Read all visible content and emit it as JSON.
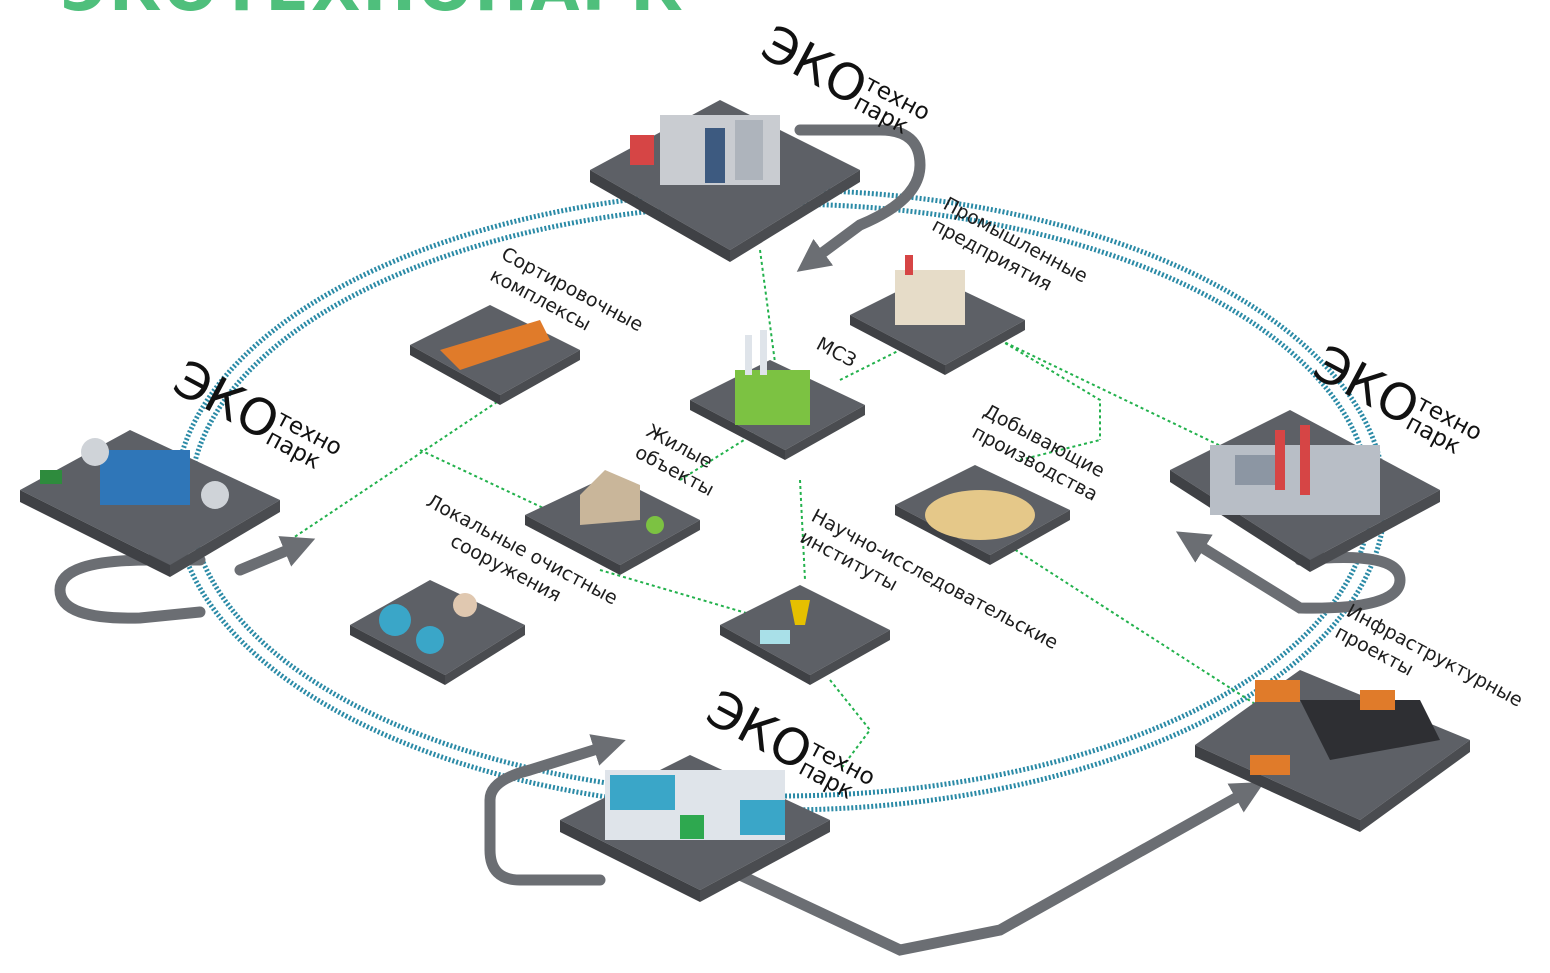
{
  "title": "ЭКОТЕХНОПАРК",
  "brand": {
    "eko": "ЭКО",
    "tekhno": "техно",
    "park": "парк"
  },
  "colors": {
    "title": "#4fbf7c",
    "connector": "#22b14c",
    "rail": "#2a8aa6",
    "platform": "#5d6066",
    "conveyor": "#6b6e73",
    "box": "#c98a55"
  },
  "labels": {
    "sorting": [
      "Сортировочные",
      "комплексы"
    ],
    "industrial": [
      "Промышленные",
      "предприятия"
    ],
    "msz": [
      "МСЗ"
    ],
    "housing": [
      "Жилые",
      "объекты"
    ],
    "mining": [
      "Добывающие",
      "производства"
    ],
    "treatment": [
      "Локальные очистные",
      "сооружения"
    ],
    "research": [
      "Научно-исследовательские",
      "институты"
    ],
    "infrastructure": [
      "Инфраструктурные",
      "проекты"
    ]
  },
  "icons": {
    "ekotechnopark_top": "factory-complex-icon",
    "ekotechnopark_left": "recycling-plant-icon",
    "ekotechnopark_right": "industrial-cluster-icon",
    "ekotechnopark_bottom": "recycling-centre-icon",
    "sorting": "sorting-line-icon",
    "industrial": "factory-icon",
    "msz": "incinerator-icon",
    "housing": "house-icon",
    "mining": "quarry-icon",
    "treatment": "water-treatment-icon",
    "research": "laboratory-icon",
    "infrastructure": "construction-machinery-icon"
  }
}
